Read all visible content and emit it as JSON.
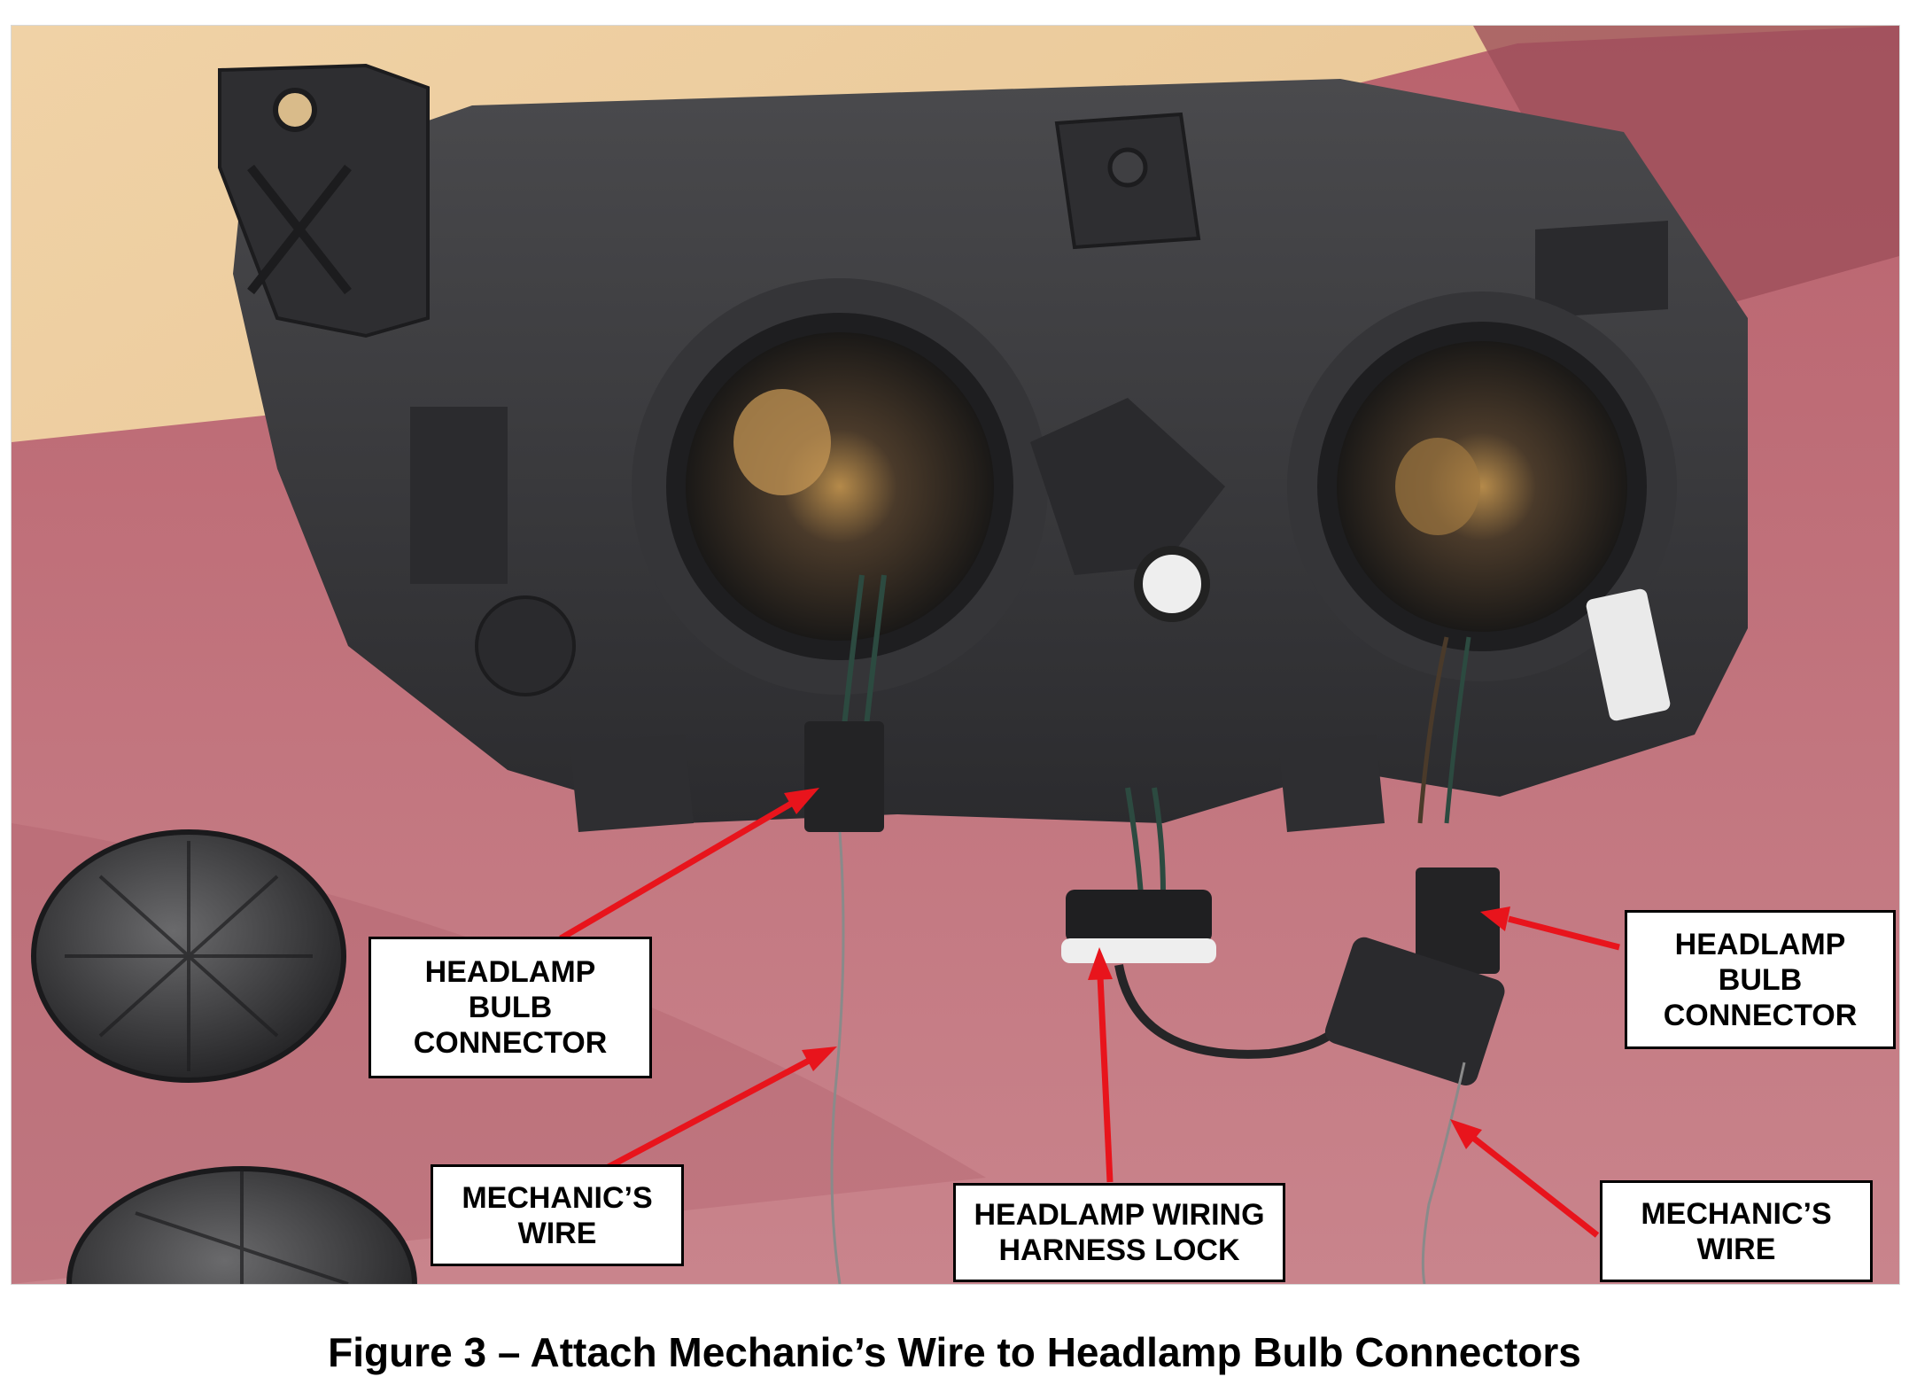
{
  "figure": {
    "caption": "Figure 3 – Attach Mechanic’s Wire to Headlamp Bulb Connectors"
  },
  "callouts": {
    "bulb_connector_left": [
      "HEADLAMP",
      "BULB",
      "CONNECTOR"
    ],
    "mechanic_wire_left": [
      "MECHANIC’S",
      "WIRE"
    ],
    "harness_lock": [
      "HEADLAMP WIRING",
      "HARNESS LOCK"
    ],
    "bulb_connector_right": [
      "HEADLAMP",
      "BULB",
      "CONNECTOR"
    ],
    "mechanic_wire_right": [
      "MECHANIC’S",
      "WIRE"
    ]
  },
  "colors": {
    "arrow": "#e8141c",
    "cloth": "#c0707a",
    "table": "#e8c89a",
    "housing": "#3a3a3c",
    "callout_border": "#000000"
  }
}
